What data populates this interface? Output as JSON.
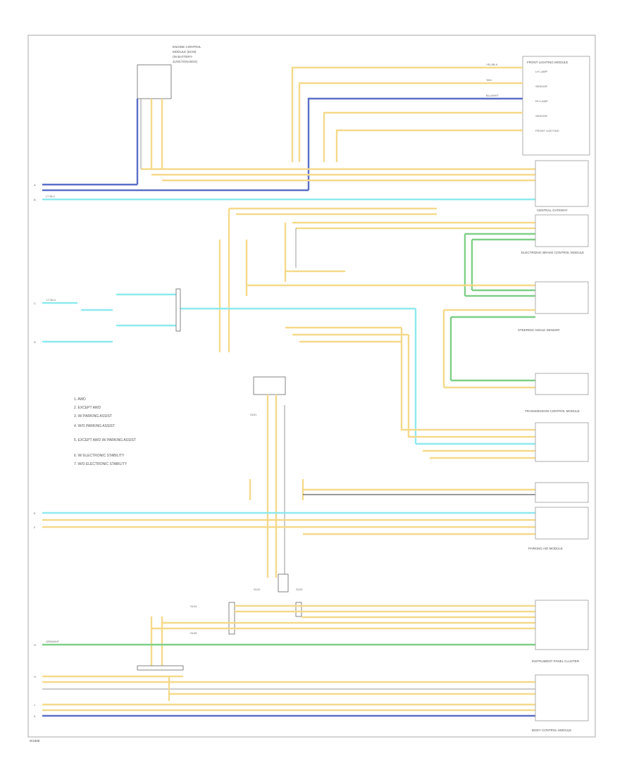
{
  "diagram": {
    "footer_code": "W1988",
    "colors": {
      "wire_yellow": "#f5d98a",
      "wire_blue": "#5b6fc7",
      "wire_cyan": "#8de9ee",
      "wire_green": "#7ecf87",
      "wire_grey": "#9a9a9a"
    },
    "top_header_lines": [
      "ENGINE CONTROL",
      "MODULE (ECM)",
      "(IN BATTERY-",
      "JUNCTION BOX)"
    ],
    "top_right_module_title": "FRONT LIGHTING MODULE",
    "top_right_pins": [
      "LH LAMP",
      "SENSOR",
      "RH LAMP",
      "SENSOR",
      "FRONT LIGHTING"
    ],
    "left_terminals": [
      "A",
      "B",
      "C",
      "D",
      "E",
      "F",
      "G",
      "H",
      "J",
      "K"
    ],
    "wire_labels": {
      "yel_blk": "YEL/BLK",
      "tan": "TAN",
      "blu_wht": "BLU/WHT",
      "lt_blu": "LT BLU",
      "grn_wht": "GRN/WHT"
    },
    "splices": [
      "S101",
      "S102",
      "S103",
      "S104",
      "S105"
    ],
    "module_labels": {
      "m1": "CENTRAL GATEWAY",
      "m2": "ELECTRONIC BRAKE CONTROL MODULE",
      "m3": "STEERING ANGLE SENSOR",
      "m4": "TRANSMISSION CONTROL MODULE",
      "m5": "PARKING AID MODULE",
      "m6": "INSTRUMENT PANEL CLUSTER",
      "m7": "BODY CONTROL MODULE"
    },
    "legend": [
      "1. AWD",
      "2. EXCEPT AWD",
      "3. W/ PARKING ASSIST",
      "4. W/O PARKING ASSIST",
      "5. EXCEPT AWD W/ PARKING ASSIST",
      "6. W/ ELECTRONIC STABILITY",
      "7. W/O ELECTRONIC STABILITY"
    ]
  }
}
